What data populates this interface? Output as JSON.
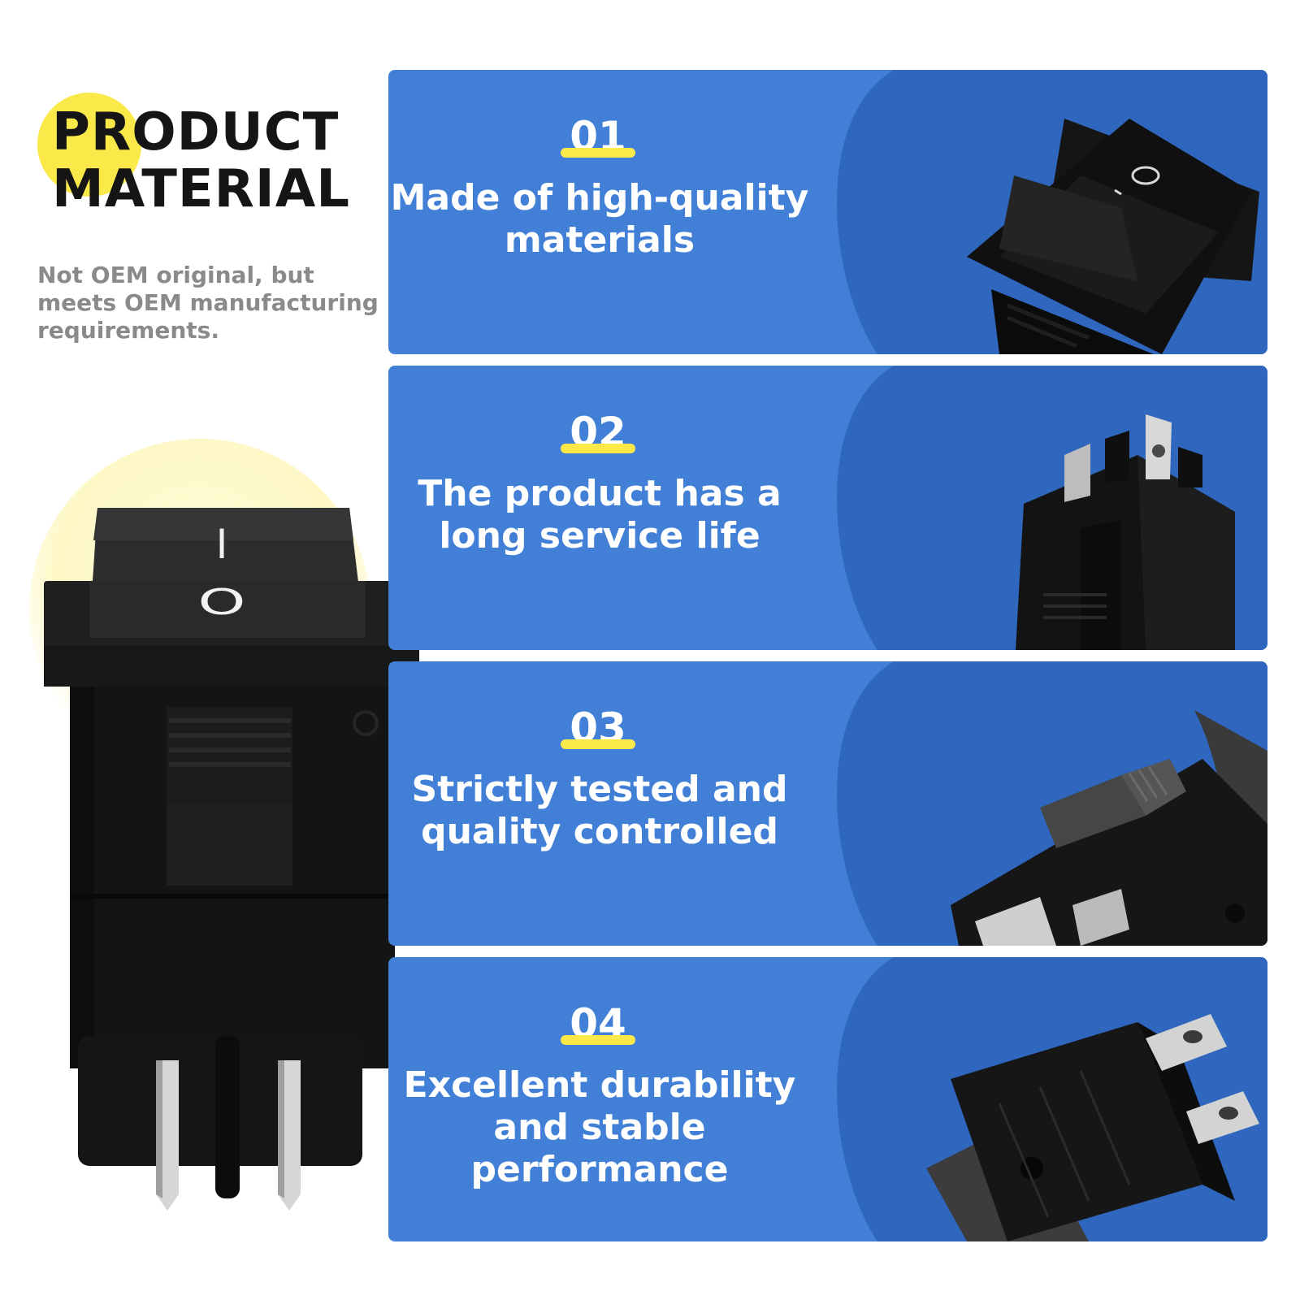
{
  "header": {
    "title": "PRODUCT\nMATERIAL",
    "subtitle": "Not OEM original, but meets OEM manufacturing requirements."
  },
  "hero": {
    "symbol_on": "I",
    "symbol_off": "O"
  },
  "colors": {
    "card_blue": "#4180d6",
    "card_blue_dark": "#2f66be",
    "accent_yellow": "#fbe94a",
    "title_dark": "#151515",
    "subtitle_gray": "#8a8a8a"
  },
  "features": [
    {
      "number": "01",
      "text": "Made of high-quality materials"
    },
    {
      "number": "02",
      "text": "The product has a long service life"
    },
    {
      "number": "03",
      "text": "Strictly tested and quality controlled"
    },
    {
      "number": "04",
      "text": "Excellent durability and stable performance"
    }
  ]
}
